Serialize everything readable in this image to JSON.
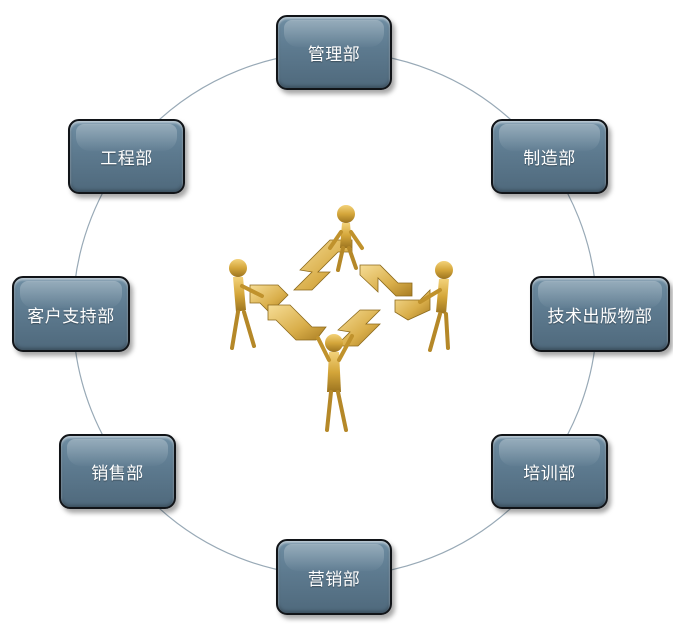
{
  "diagram": {
    "center_graphic": "teamwork-puzzle-figures",
    "colors": {
      "node_fill": "#5d7a8f",
      "node_border": "#111418",
      "ring": "#98a9b6",
      "figure_gold": "#d4a63a"
    },
    "nodes": {
      "top": "管理部",
      "top_right": "制造部",
      "right": "技术出版物部",
      "bottom_right": "培训部",
      "bottom": "营销部",
      "bottom_left": "销售部",
      "left": "客户支持部",
      "top_left": "工程部"
    }
  }
}
